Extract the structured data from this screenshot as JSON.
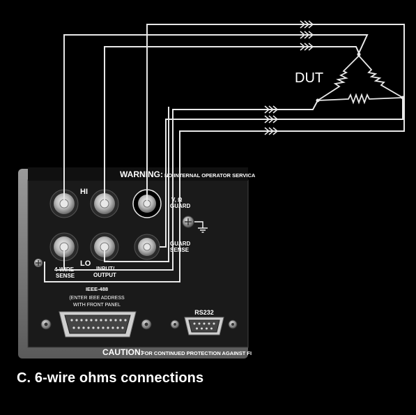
{
  "diagram": {
    "dut_label": "DUT",
    "panel": {
      "warning_head": "WARNING:",
      "warning_text": "NO INTERNAL OPERATOR SERVICA",
      "caution_head": "CAUTION:",
      "caution_text": "FOR CONTINUED PROTECTION AGAINST FI",
      "hi_label": "HI",
      "lo_label": "LO",
      "guard_line1": "V, Ω",
      "guard_line2": "GUARD",
      "guard_sense_line1": "GUARD",
      "guard_sense_line2": "SENSE",
      "four_wire_line1": "4-WIRE",
      "four_wire_line2": "SENSE",
      "input_line1": "INPUT/",
      "input_line2": "OUTPUT",
      "ieee_line1": "IEEE-488",
      "ieee_line2": "(ENTER IEEE ADDRESS",
      "ieee_line3": "WITH FRONT PANEL",
      "rs232_label": "RS232"
    },
    "caption": "C. 6-wire ohms connections"
  },
  "colors": {
    "background": "#000000",
    "wire": "#e8e8e8",
    "panel_face": "#1a1a1a",
    "panel_frame": "#8a8a8a"
  }
}
